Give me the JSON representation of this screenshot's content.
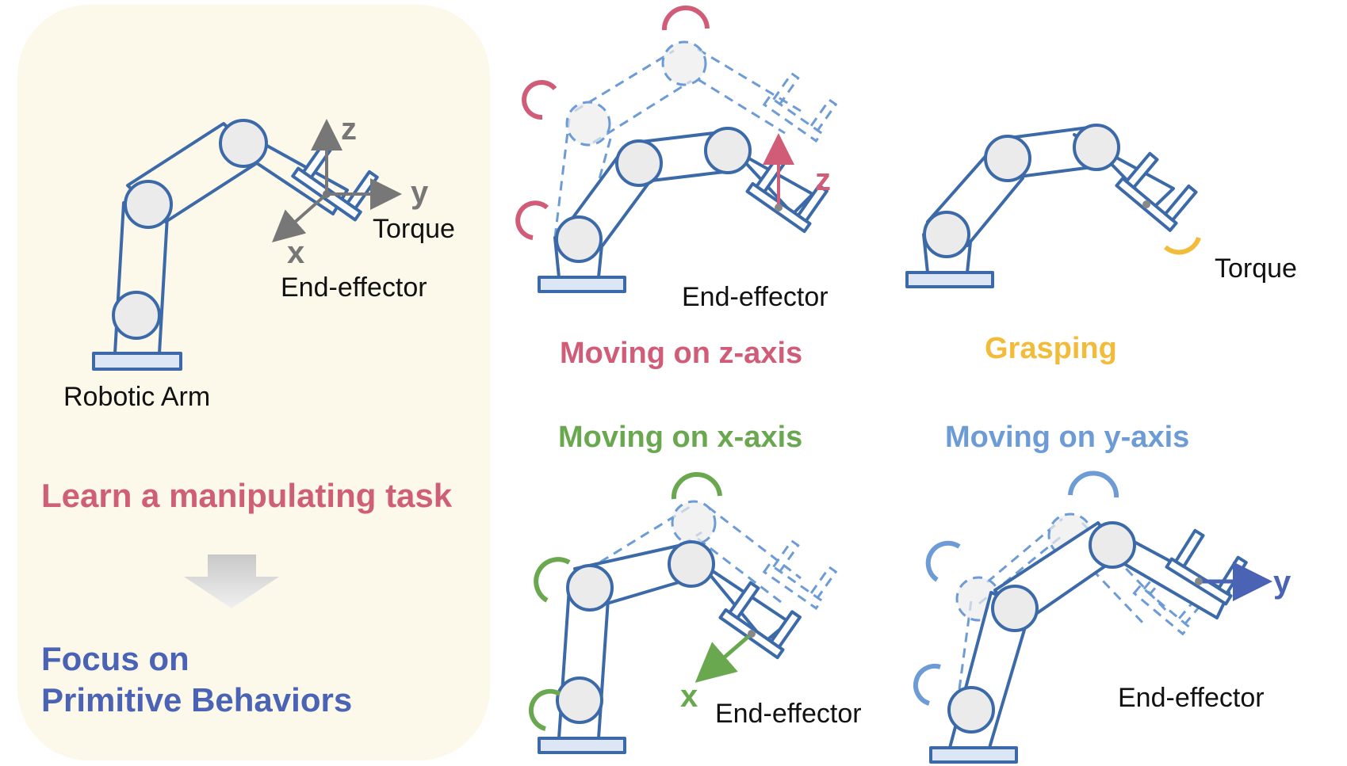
{
  "left_panel": {
    "robotic_arm_label": "Robotic Arm",
    "torque_label": "Torque",
    "end_effector_label": "End-effector",
    "axis_z": "z",
    "axis_y": "y",
    "axis_x": "x",
    "task_heading": "Learn a manipulating task",
    "focus_line1": "Focus on",
    "focus_line2": "Primitive Behaviors"
  },
  "panels": {
    "z_axis": {
      "title": "Moving on z-axis",
      "end_effector": "End-effector",
      "axis": "z"
    },
    "grasping": {
      "title": "Grasping",
      "torque": "Torque"
    },
    "x_axis": {
      "title": "Moving on x-axis",
      "end_effector": "End-effector",
      "axis": "x"
    },
    "y_axis": {
      "title": "Moving on y-axis",
      "end_effector": "End-effector",
      "axis": "y"
    }
  },
  "colors": {
    "panel_bg": "#fcf8ea",
    "arm": "#3c6aa8",
    "joint_fill": "#ebebeb",
    "base_fill": "#dce6f4",
    "red": "#d05c78",
    "yellow": "#f2bc3a",
    "green": "#6aa84f",
    "light_blue": "#6d9bd6",
    "indigo": "#4a63b5",
    "grey_arrow": "#777777"
  }
}
